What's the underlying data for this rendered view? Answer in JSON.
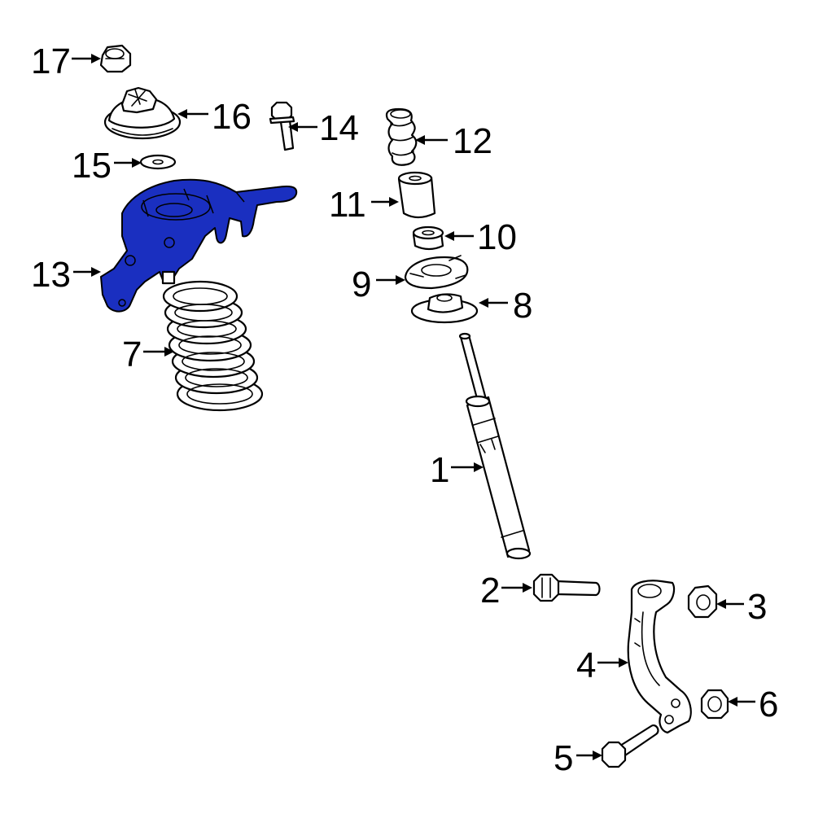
{
  "highlight_color": "#1a2fc0",
  "callouts": {
    "c1": "1",
    "c2": "2",
    "c3": "3",
    "c4": "4",
    "c5": "5",
    "c6": "6",
    "c7": "7",
    "c8": "8",
    "c9": "9",
    "c10": "10",
    "c11": "11",
    "c12": "12",
    "c13": "13",
    "c14": "14",
    "c15": "15",
    "c16": "16",
    "c17": "17"
  }
}
